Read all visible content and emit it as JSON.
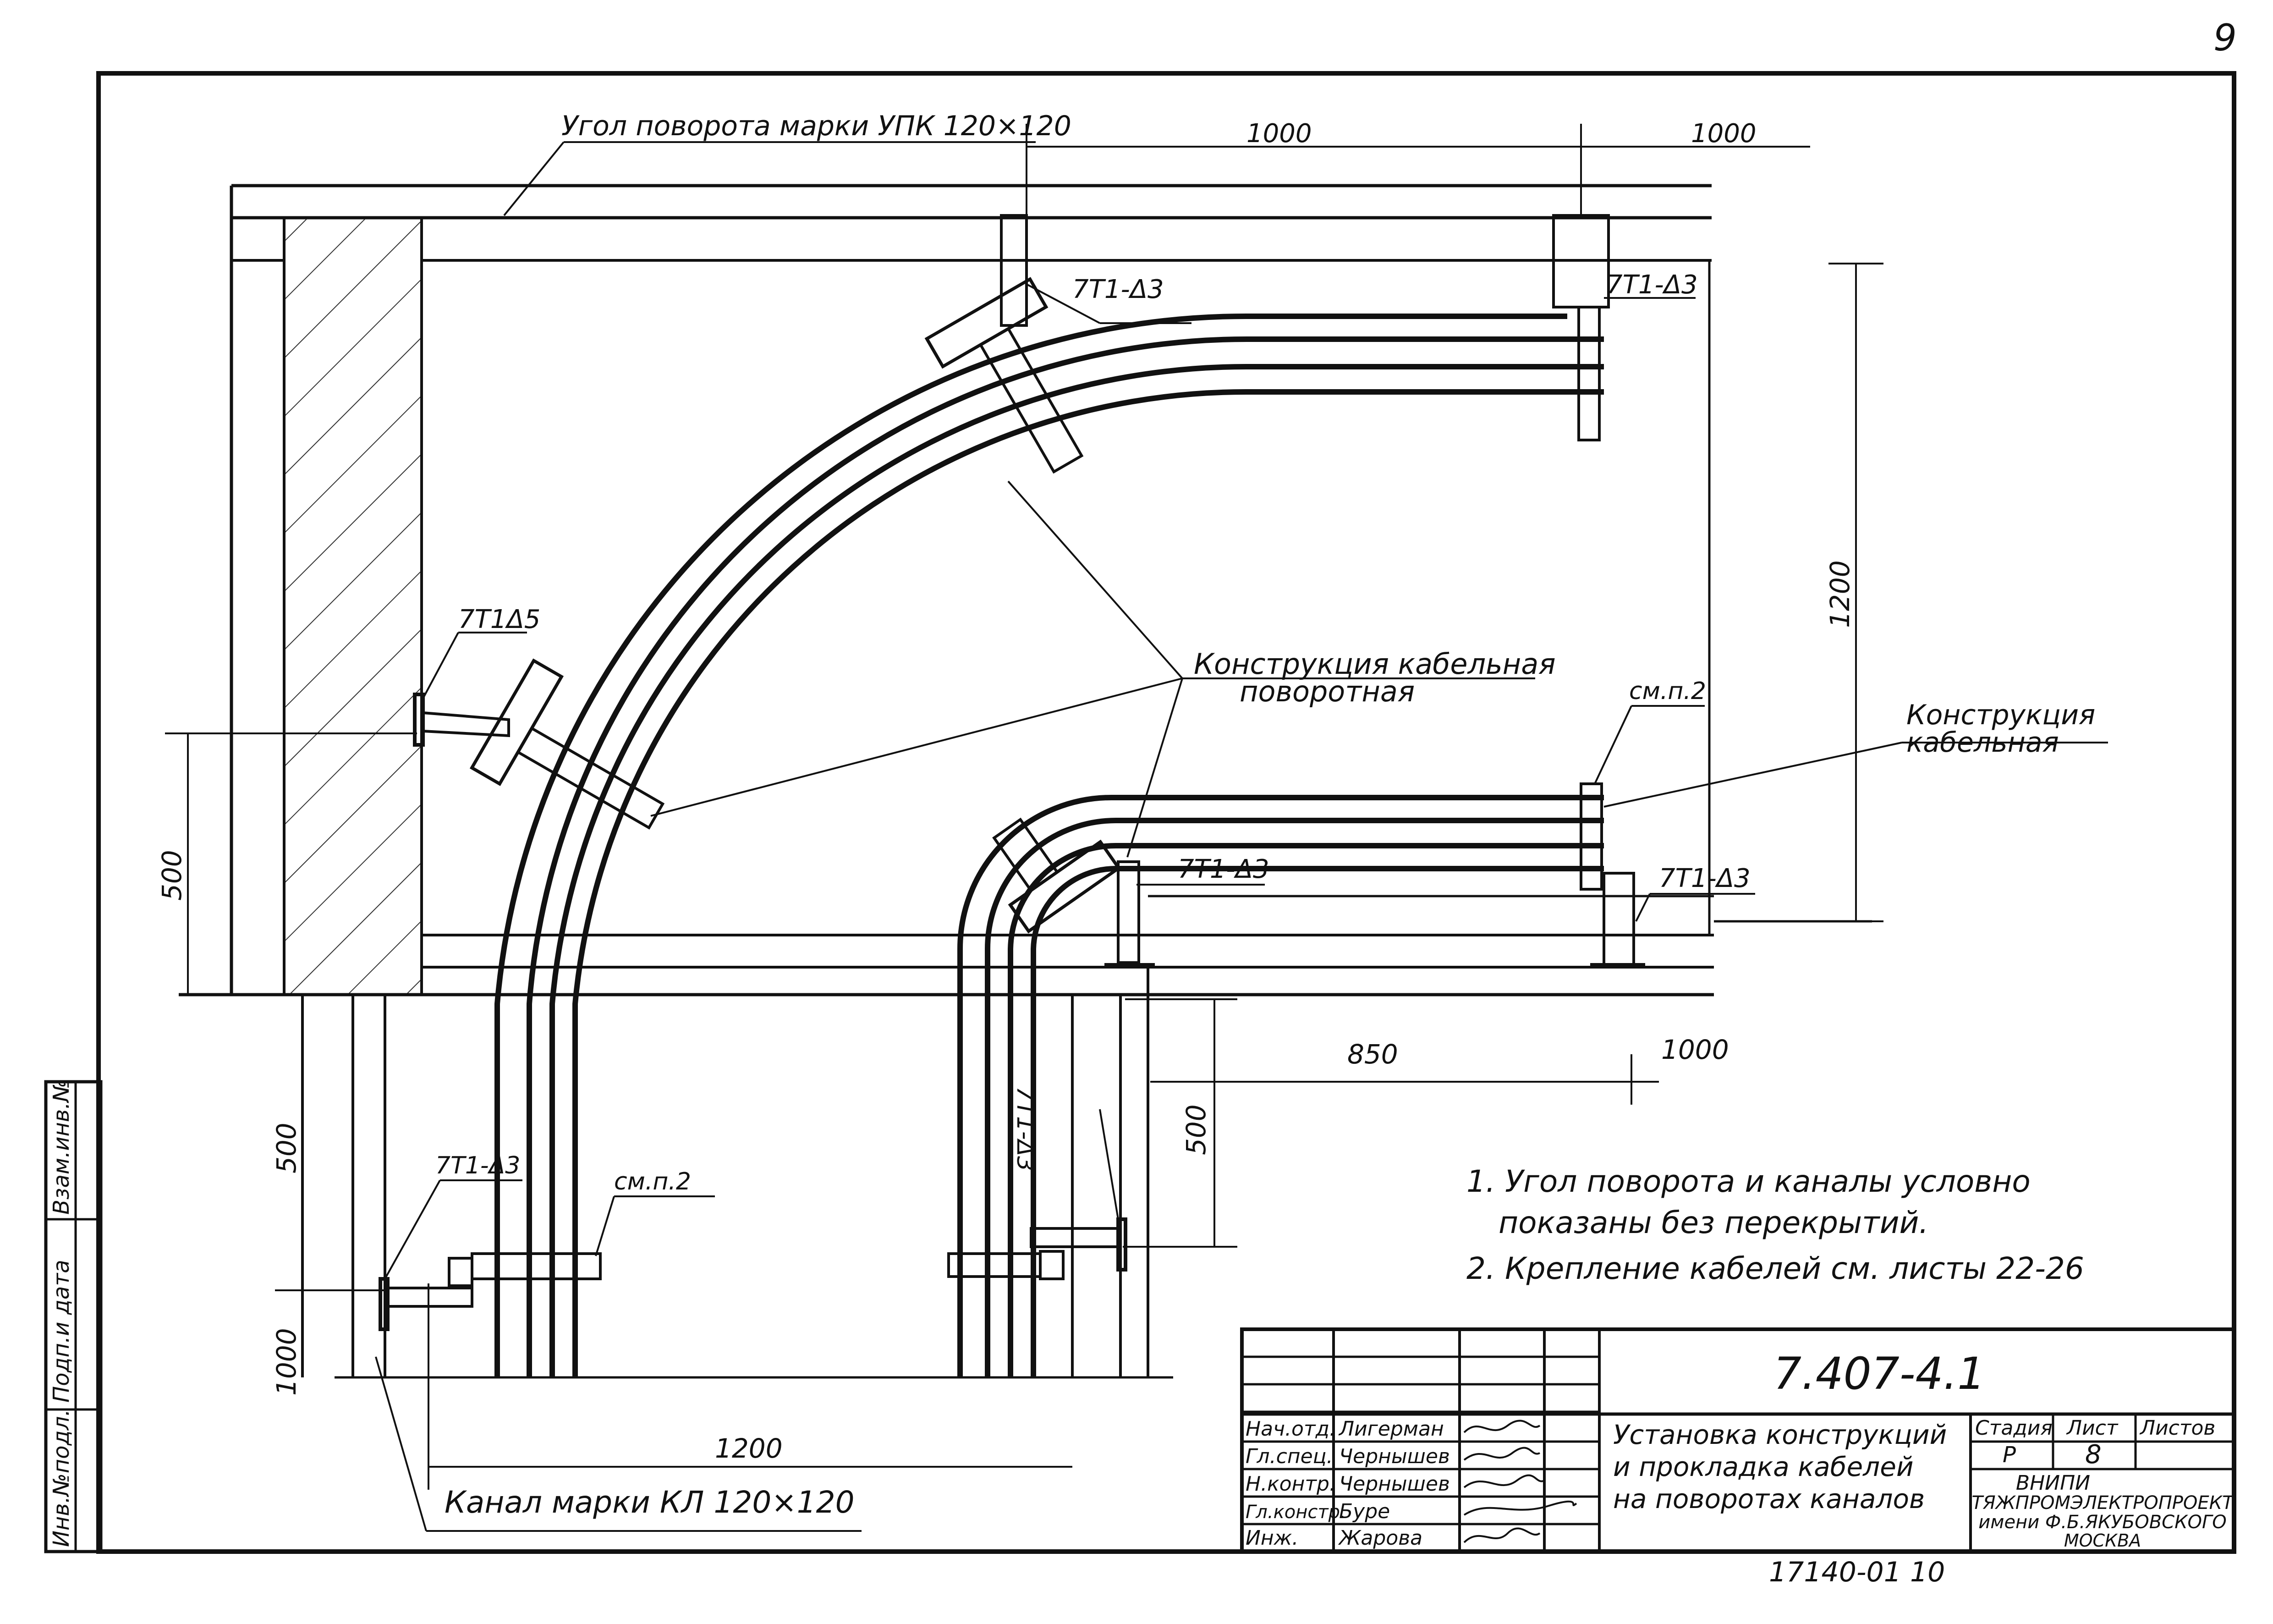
{
  "sheet_number_corner": "9",
  "labels": {
    "corner_brand": "Угол поворота марки УПК 120×120",
    "channel_brand": "Канал марки КЛ 120×120",
    "rotating_construction_line1": "Конструкция кабельная",
    "rotating_construction_line2": "поворотная",
    "cable_construction_line1": "Конструкция",
    "cable_construction_line2": "кабельная",
    "see_note_2_right": "см.п.2",
    "see_note_2_bottom": "см.п.2",
    "bracket_top_left": "7Т1-Δ3",
    "bracket_top_right": "7Т1-Δ3",
    "bracket_left_wall": "7Т1Δ5",
    "bracket_mid_inner": "7Т1-Δ3",
    "bracket_mid_right": "7Т1-Δ3",
    "bracket_bottom_left": "7Т1-Δ3",
    "bracket_bottom_vertical": "7Т1-Δ3"
  },
  "dimensions": {
    "top_1": "1000",
    "top_2": "1000",
    "right_vertical": "1200",
    "left_500": "500",
    "bottom_left_500": "500",
    "bottom_left_1000": "1000",
    "bottom_1200": "1200",
    "mid_850": "850",
    "mid_1000": "1000",
    "mid_500": "500"
  },
  "notes": [
    "1. Угол поворота и каналы условно",
    "показаны без перекрытий.",
    "2. Крепление кабелей см. листы 22-26"
  ],
  "side_stamp": {
    "cell_1": "Инв.№подл.",
    "cell_2": "Подп.и дата",
    "cell_3": "Взам.инв.№"
  },
  "title_block": {
    "document_code": "7.407-4.1",
    "title_lines": [
      "Установка конструкций",
      "и прокладка   кабелей",
      "на поворотах каналов"
    ],
    "roles": [
      "Нач.отд.",
      "Гл.спец.",
      "Н.контр.",
      "Гл.констр.",
      "Инж."
    ],
    "names": [
      "Лигерман",
      "Чернышев",
      "Чернышев",
      "Буре",
      "Жарова"
    ],
    "stage_label": "Стадия",
    "sheet_label": "Лист",
    "sheets_label": "Листов",
    "stage_value": "Р",
    "sheet_value": "8",
    "org_lines": [
      "ВНИПИ",
      "ТЯЖПРОМЭЛЕКТРОПРОЕКТ",
      "имени Ф.Б.ЯКУБОВСКОГО",
      "МОСКВА"
    ]
  },
  "footer_code": "17140-01  10"
}
